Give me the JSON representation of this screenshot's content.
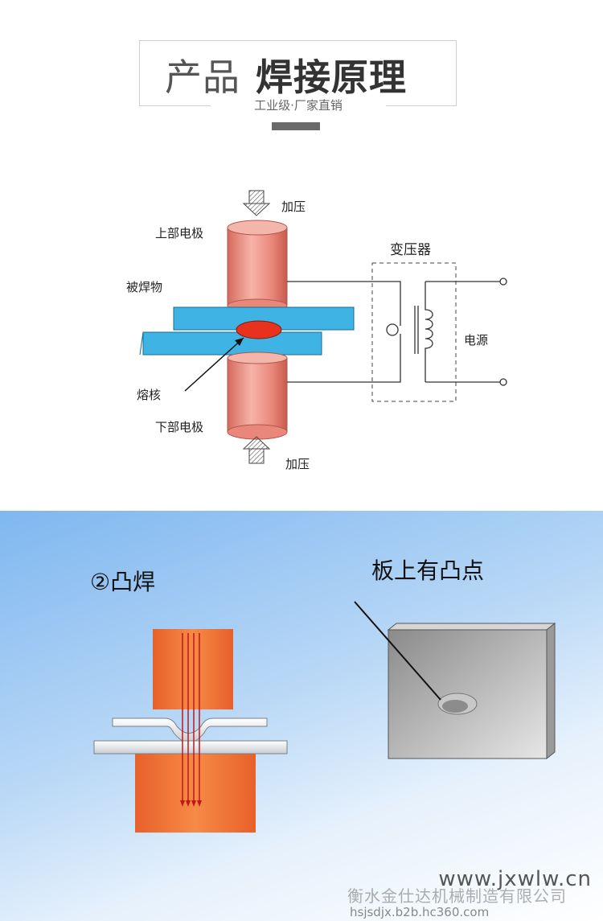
{
  "header": {
    "title_light": "产品",
    "title_bold": "焊接原理",
    "subtitle": "工业级·厂家直销"
  },
  "diagram1": {
    "label_press_top": "加压",
    "label_upper_electrode": "上部电极",
    "label_workpiece": "被焊物",
    "label_transformer": "变压器",
    "label_power": "电源",
    "label_nugget": "熔核",
    "label_lower_electrode": "下部电极",
    "label_press_bottom": "加压"
  },
  "diagram2": {
    "label_projection_weld": "②凸焊",
    "label_plate_bump": "板上有凸点"
  },
  "watermark": {
    "site": "www.jxwlw.cn",
    "company": "衡水金仕达机械制造有限公司",
    "source": "hsjsdjx.b2b.hc360.com"
  },
  "colors": {
    "electrode": "#e8877a",
    "plate": "#3fb4e4",
    "nugget": "#e8321e",
    "copper": "#f07838",
    "bg_blue": "#7fb7f0"
  }
}
